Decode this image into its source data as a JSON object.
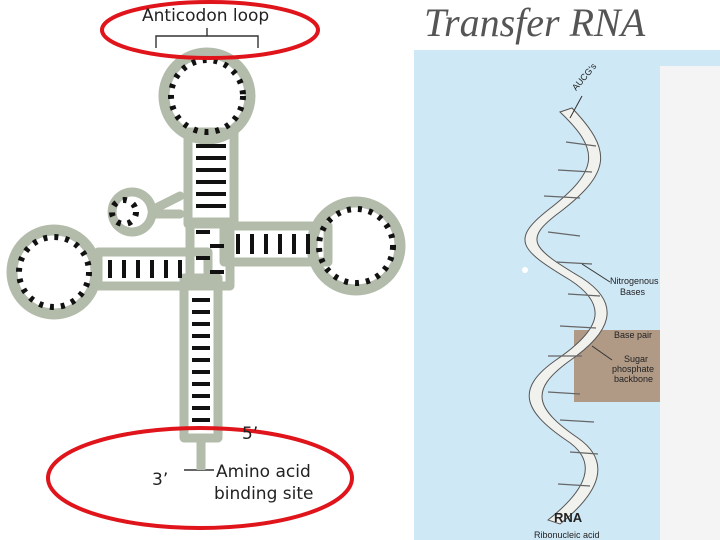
{
  "slide": {
    "title": "Transfer RNA"
  },
  "trna": {
    "anticodon_label": "Anticodon loop",
    "three_prime_label": "3’",
    "five_prime_label": "5’",
    "amino_acid_label_line1": "Amino acid",
    "amino_acid_label_line2": "binding site",
    "body_color": "#b3bcab",
    "base_color": "#111111",
    "highlight_color": "#e0141b"
  },
  "rna_diagram": {
    "bases_label": "AUCG's",
    "nitrogenous_line1": "Nitrogenous",
    "nitrogenous_line2": "Bases",
    "base_pair_label": "Base pair",
    "backbone_line1": "Sugar",
    "backbone_line2": "phosphate",
    "backbone_line3": "backbone",
    "rna_label": "RNA",
    "ribonucleic_label": "Ribonucleic acid",
    "panel_color": "#cfe8f6",
    "inset_color": "#b09a86"
  }
}
